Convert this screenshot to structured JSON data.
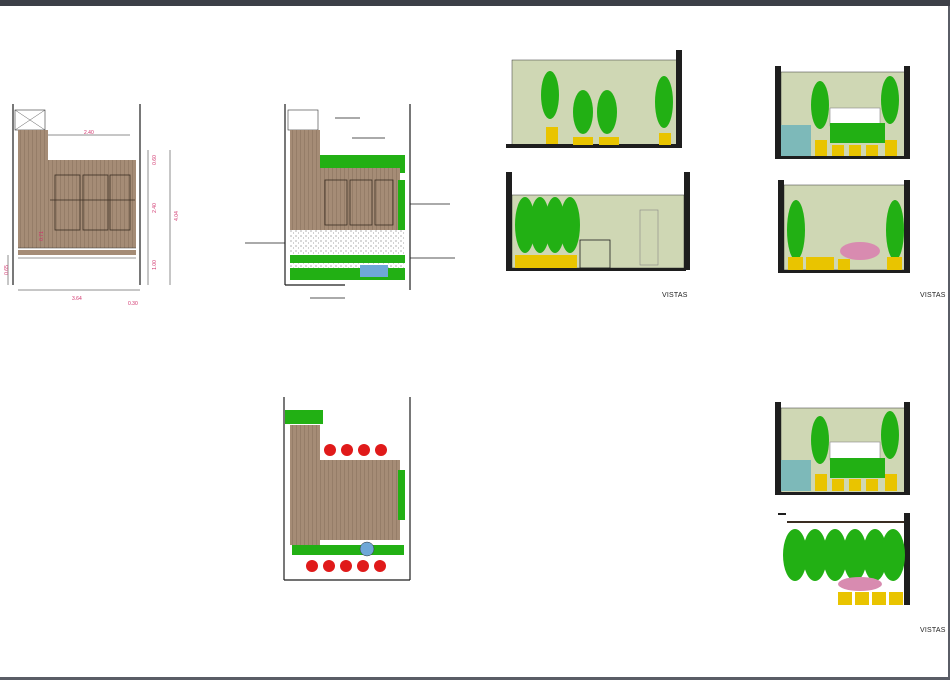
{
  "labels": {
    "vistas_1": "VISTAS",
    "vistas_2": "VISTAS",
    "vistas_3": "VISTAS"
  },
  "dimensions": {
    "top_width": "2.40",
    "bottom_width": "3.64",
    "bottom_right": "0.30",
    "right_total": "4.04",
    "right_a": "0.60",
    "right_b": "2.40",
    "right_c": "1.00",
    "left_small": "0.65",
    "left_mid": "0.71"
  },
  "colors": {
    "wall": "#1e1e1e",
    "deck": "#a58c76",
    "deck_dark": "#3a2d22",
    "sky": "#cfd7b4",
    "plant": "#22b014",
    "plant_dark": "#0a6a06",
    "pot": "#e9c400",
    "flower_red": "#e01a1a",
    "dim": "#d0306a",
    "frame": "#3c3f47"
  }
}
